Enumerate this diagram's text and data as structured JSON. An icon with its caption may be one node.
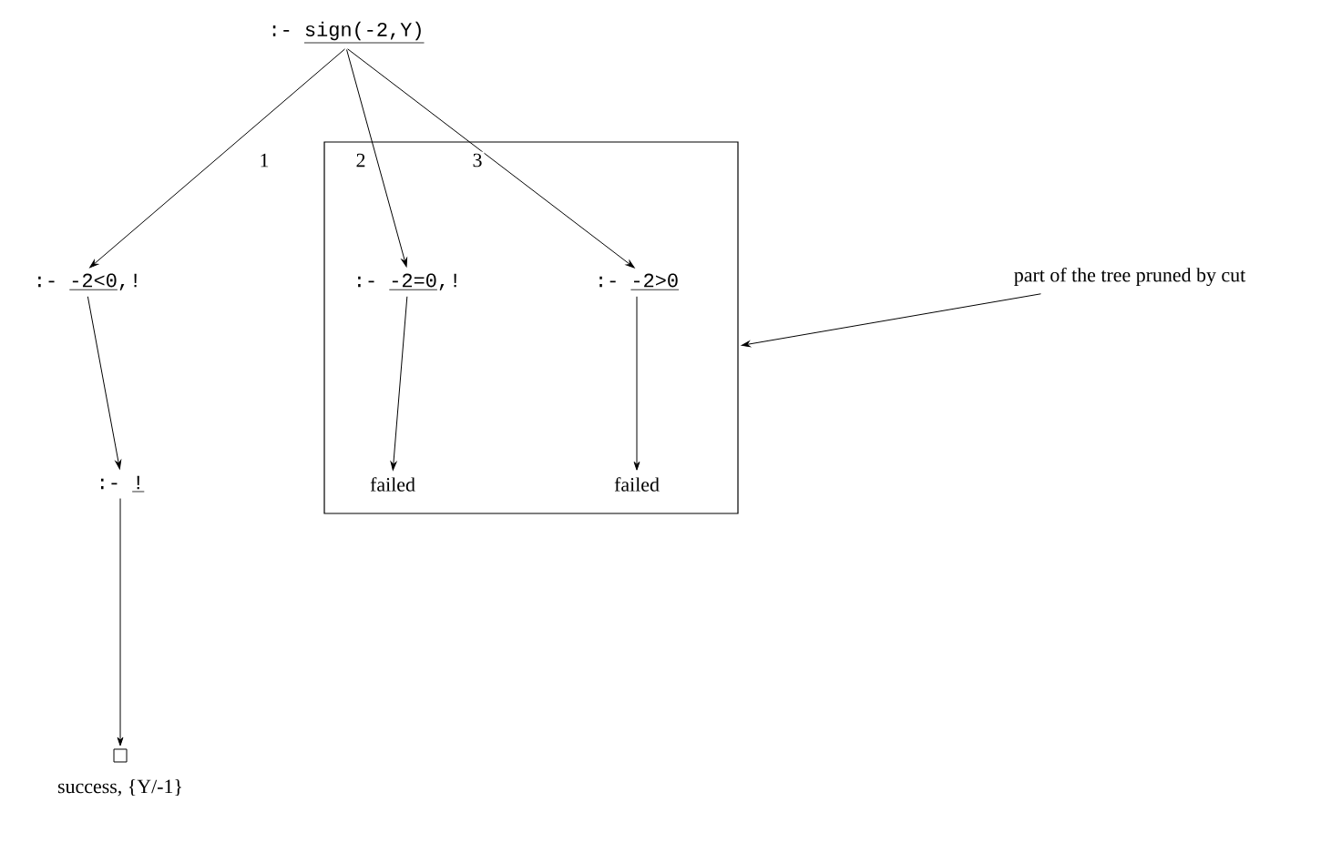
{
  "diagram": {
    "nodes": [
      {
        "text": [
          ":-",
          "sign(-2,Y)"
        ]
      },
      {
        "text": [
          ":-",
          "-2<0",
          ",!"
        ]
      },
      {
        "text": [],
        "shape": "box"
      },
      {
        "text": [
          ":-",
          "-2=0",
          ",!"
        ],
        "in": 2
      },
      {
        "text": [
          ":-",
          "-2>0"
        ],
        "in": 2
      },
      {
        "text": [
          "part of the tree pruned by cut"
        ]
      },
      {
        "text": [
          ":-",
          "!"
        ]
      },
      {
        "text": [
          "failed"
        ],
        "in": 2
      },
      {
        "text": [
          "failed"
        ],
        "in": 2
      },
      {
        "text": [],
        "shape": "box",
        "beside": [
          "success, {Y/-1}"
        ]
      }
    ],
    "edges": [
      {
        "from": 0,
        "to": 1,
        "arrow": "to",
        "label": "1"
      },
      {
        "from": 0,
        "to": 3,
        "arrow": "to",
        "label": "2"
      },
      {
        "from": 0,
        "to": 4,
        "arrow": "to",
        "label": "3"
      },
      {
        "from": 5,
        "to": 2,
        "arrow": "to"
      },
      {
        "from": 1,
        "to": 6,
        "arrow": "to"
      },
      {
        "from": 3,
        "to": 7,
        "arrow": "to"
      },
      {
        "from": 4,
        "to": 8,
        "arrow": "to"
      },
      {
        "from": 6,
        "to": 9,
        "arrow": "to"
      }
    ]
  }
}
